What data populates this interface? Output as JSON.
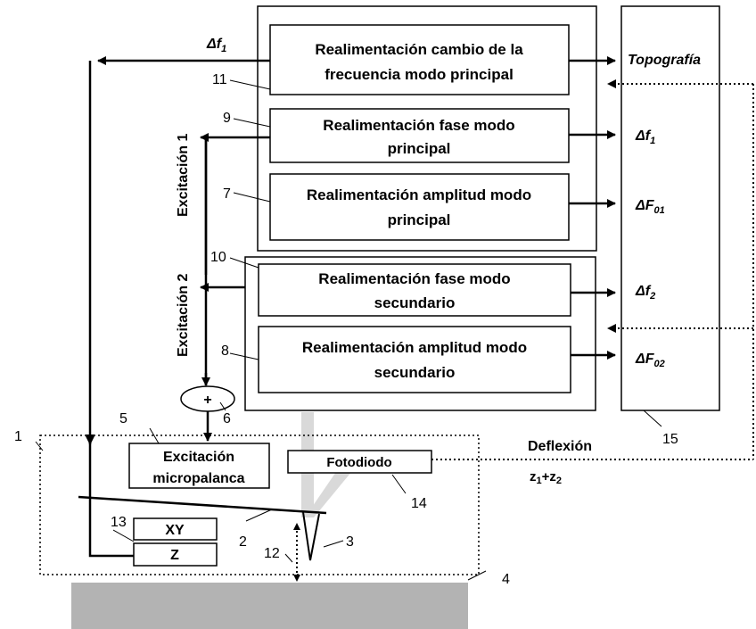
{
  "blocks": {
    "b11": [
      "Realimentación cambio de la",
      "frecuencia modo principal"
    ],
    "b9": [
      "Realimentación fase modo",
      "principal"
    ],
    "b7": [
      "Realimentación amplitud modo",
      "principal"
    ],
    "b10": [
      "Realimentación fase modo",
      "secundario"
    ],
    "b8": [
      "Realimentación amplitud modo",
      "secundario"
    ],
    "b5": [
      "Excitación",
      "micropalanca"
    ],
    "b14": "Fotodiodo",
    "xy": "XY",
    "z": "Z",
    "sum": "+"
  },
  "outputs": {
    "topografia": "Topografía",
    "df1_base": "Δf",
    "df1_sub": "1",
    "dF01_base": "ΔF",
    "dF01_sub": "01",
    "df2_base": "Δf",
    "df2_sub": "2",
    "dF02_base": "ΔF",
    "dF02_sub": "02"
  },
  "labels": {
    "left_df1_base": "Δf",
    "left_df1_sub": "1",
    "excitacion1": "Excitación 1",
    "excitacion2": "Excitación 2",
    "deflexion": "Deflexión",
    "z1": "z",
    "z1_sub": "1",
    "plus": "+",
    "z2": "z",
    "z2_sub": "2"
  },
  "numbers": {
    "n1": "1",
    "n2": "2",
    "n3": "3",
    "n4": "4",
    "n5": "5",
    "n6": "6",
    "n7": "7",
    "n8": "8",
    "n9": "9",
    "n10": "10",
    "n11": "11",
    "n12": "12",
    "n13": "13",
    "n14": "14",
    "n15": "15"
  },
  "colors": {
    "line": "#000000",
    "sample": "#b3b3b3",
    "laser": "#d9d9d9"
  }
}
